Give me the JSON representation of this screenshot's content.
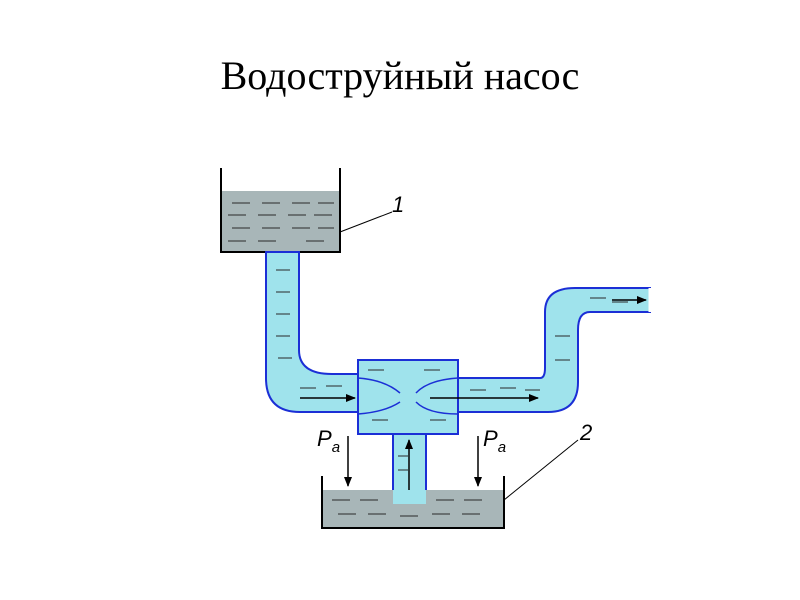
{
  "title": "Водоструйный насос",
  "labels": {
    "upper_tank": "1",
    "lower_tank": "2",
    "pressure_symbol": "P",
    "pressure_subscript": "a"
  },
  "colors": {
    "water": "#9fe3ec",
    "tank_water": "#a8b6b8",
    "outline": "#1b2fd6",
    "stroke": "#000000"
  }
}
